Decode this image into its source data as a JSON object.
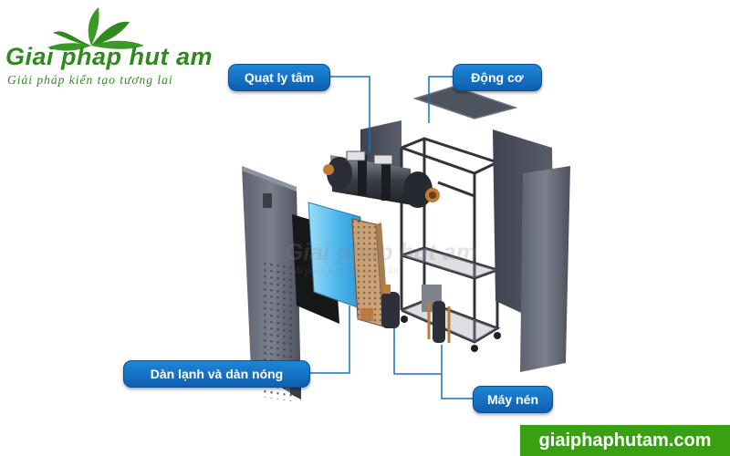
{
  "brand": {
    "name": "Giai phap hut am",
    "tagline": "Giải pháp kiến tạo tương lai",
    "website": "giaiphaphutam.com",
    "colors": {
      "green": "#2f8a1d",
      "banner": "#38a112",
      "callout": "#1773c8"
    }
  },
  "labels": {
    "fan": "Quạt ly tâm",
    "motor": "Động cơ",
    "coil": "Dàn lạnh và dàn nóng",
    "compressor": "Máy nén"
  }
}
